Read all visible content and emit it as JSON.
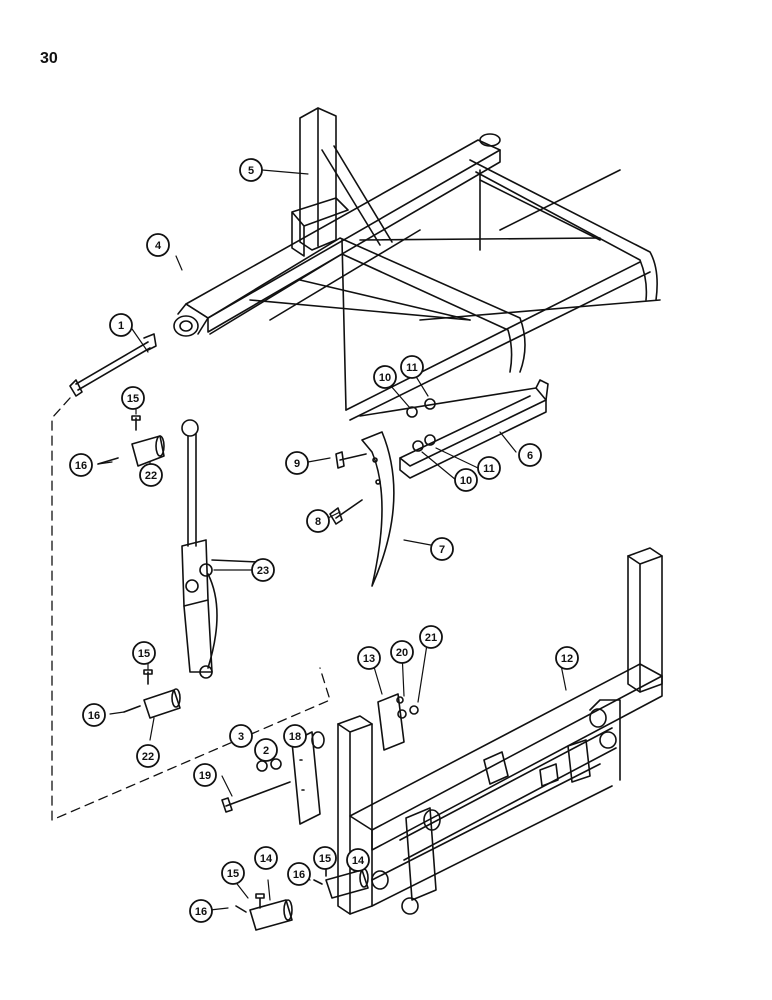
{
  "page_number": "30",
  "callouts": [
    {
      "id": "c1",
      "label": "1"
    },
    {
      "id": "c2",
      "label": "2"
    },
    {
      "id": "c3",
      "label": "3"
    },
    {
      "id": "c4",
      "label": "4"
    },
    {
      "id": "c5",
      "label": "5"
    },
    {
      "id": "c6",
      "label": "6"
    },
    {
      "id": "c7",
      "label": "7"
    },
    {
      "id": "c8",
      "label": "8"
    },
    {
      "id": "c9",
      "label": "9"
    },
    {
      "id": "c10a",
      "label": "10"
    },
    {
      "id": "c10b",
      "label": "10"
    },
    {
      "id": "c11a",
      "label": "11"
    },
    {
      "id": "c11b",
      "label": "11"
    },
    {
      "id": "c12",
      "label": "12"
    },
    {
      "id": "c13",
      "label": "13"
    },
    {
      "id": "c14a",
      "label": "14"
    },
    {
      "id": "c14b",
      "label": "14"
    },
    {
      "id": "c15a",
      "label": "15"
    },
    {
      "id": "c15b",
      "label": "15"
    },
    {
      "id": "c15c",
      "label": "15"
    },
    {
      "id": "c15d",
      "label": "15"
    },
    {
      "id": "c16a",
      "label": "16"
    },
    {
      "id": "c16b",
      "label": "16"
    },
    {
      "id": "c16c",
      "label": "16"
    },
    {
      "id": "c16d",
      "label": "16"
    },
    {
      "id": "c18",
      "label": "18"
    },
    {
      "id": "c19",
      "label": "19"
    },
    {
      "id": "c20",
      "label": "20"
    },
    {
      "id": "c21",
      "label": "21"
    },
    {
      "id": "c22a",
      "label": "22"
    },
    {
      "id": "c22b",
      "label": "22"
    },
    {
      "id": "c23",
      "label": "23"
    }
  ],
  "colors": {
    "ink": "#111111",
    "paper": "#ffffff"
  }
}
